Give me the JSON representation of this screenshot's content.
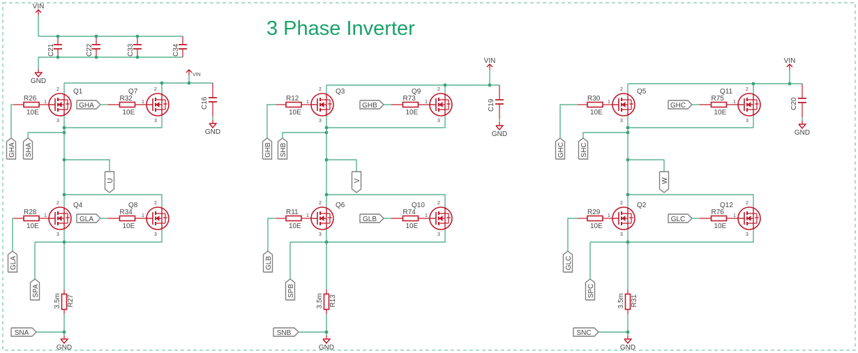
{
  "title": "3 Phase Inverter",
  "colors": {
    "wire": "#3aa57a",
    "part": "#c0182a",
    "label_box": "#7f7f7f",
    "text": "#444444",
    "title": "#1aa36a",
    "frame": "#5fb79a"
  },
  "supply": {
    "vin": "VIN",
    "gnd": "GND",
    "bulk_caps": [
      "C21",
      "C22",
      "C33",
      "C34"
    ]
  },
  "phases": [
    {
      "out": "U",
      "gh": "GHA",
      "sh": "SHA",
      "gl": "GLA",
      "sp": "SPA",
      "sn": "SNA",
      "q_hi1": "Q1",
      "q_hi2": "Q7",
      "q_lo1": "Q4",
      "q_lo2": "Q8",
      "r_hi1": "R26",
      "r_hi2": "R32",
      "r_lo1": "R28",
      "r_lo2": "R34",
      "r_val": "10E",
      "shunt": "R27",
      "shunt_val": "3.5m",
      "cap": "C16"
    },
    {
      "out": "V",
      "gh": "GHB",
      "sh": "SHB",
      "gl": "GLB",
      "sp": "SPB",
      "sn": "SNB",
      "q_hi1": "Q3",
      "q_hi2": "Q9",
      "q_lo1": "Q6",
      "q_lo2": "Q10",
      "r_hi1": "R12",
      "r_hi2": "R73",
      "r_lo1": "R11",
      "r_lo2": "R74",
      "r_val": "10E",
      "shunt": "R13",
      "shunt_val": "3.5m",
      "cap": "C19"
    },
    {
      "out": "W",
      "gh": "GHC",
      "sh": "SHC",
      "gl": "GLC",
      "sp": "SPC",
      "sn": "SNC",
      "q_hi1": "Q5",
      "q_hi2": "Q11",
      "q_lo1": "Q2",
      "q_lo2": "Q12",
      "r_hi1": "R30",
      "r_hi2": "R75",
      "r_lo1": "R29",
      "r_lo2": "R76",
      "r_val": "10E",
      "shunt": "R31",
      "shunt_val": "3.5m",
      "cap": "C20"
    }
  ]
}
